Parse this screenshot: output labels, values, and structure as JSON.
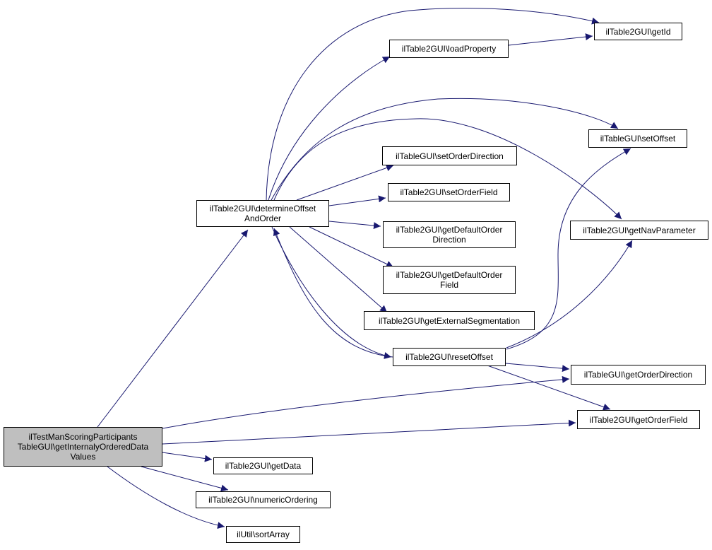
{
  "graph": {
    "edge_color": "#191970",
    "root_fill": "#bfbfbf",
    "nodes": {
      "root": "ilTestManScoringParticipants\nTableGUI\\getInternalyOrderedData\nValues",
      "determine": "ilTable2GUI\\determineOffset\nAndOrder",
      "getData": "ilTable2GUI\\getData",
      "numericOrdering": "ilTable2GUI\\numericOrdering",
      "sortArray": "ilUtil\\sortArray",
      "loadProperty": "ilTable2GUI\\loadProperty",
      "getId": "ilTable2GUI\\getId",
      "setOffset": "ilTableGUI\\setOffset",
      "setOrderDirection": "ilTableGUI\\setOrderDirection",
      "setOrderField": "ilTable2GUI\\setOrderField",
      "getNavParameter": "ilTable2GUI\\getNavParameter",
      "getDefaultOrderDirection": "ilTable2GUI\\getDefaultOrder\nDirection",
      "getDefaultOrderField": "ilTable2GUI\\getDefaultOrder\nField",
      "getExternalSegmentation": "ilTable2GUI\\getExternalSegmentation",
      "resetOffset": "ilTable2GUI\\resetOffset",
      "getOrderDirection": "ilTableGUI\\getOrderDirection",
      "getOrderField": "ilTable2GUI\\getOrderField"
    },
    "edges": [
      [
        "root",
        "determine"
      ],
      [
        "root",
        "getData"
      ],
      [
        "root",
        "numericOrdering"
      ],
      [
        "root",
        "sortArray"
      ],
      [
        "root",
        "getOrderDirection"
      ],
      [
        "root",
        "getOrderField"
      ],
      [
        "determine",
        "getId"
      ],
      [
        "determine",
        "loadProperty"
      ],
      [
        "determine",
        "setOffset"
      ],
      [
        "determine",
        "getNavParameter"
      ],
      [
        "determine",
        "setOrderDirection"
      ],
      [
        "determine",
        "setOrderField"
      ],
      [
        "determine",
        "getDefaultOrderDirection"
      ],
      [
        "determine",
        "getDefaultOrderField"
      ],
      [
        "determine",
        "getExternalSegmentation"
      ],
      [
        "determine",
        "resetOffset"
      ],
      [
        "loadProperty",
        "getId"
      ],
      [
        "resetOffset",
        "determine"
      ],
      [
        "resetOffset",
        "setOffset"
      ],
      [
        "resetOffset",
        "getNavParameter"
      ],
      [
        "resetOffset",
        "getOrderDirection"
      ],
      [
        "resetOffset",
        "getOrderField"
      ]
    ]
  }
}
